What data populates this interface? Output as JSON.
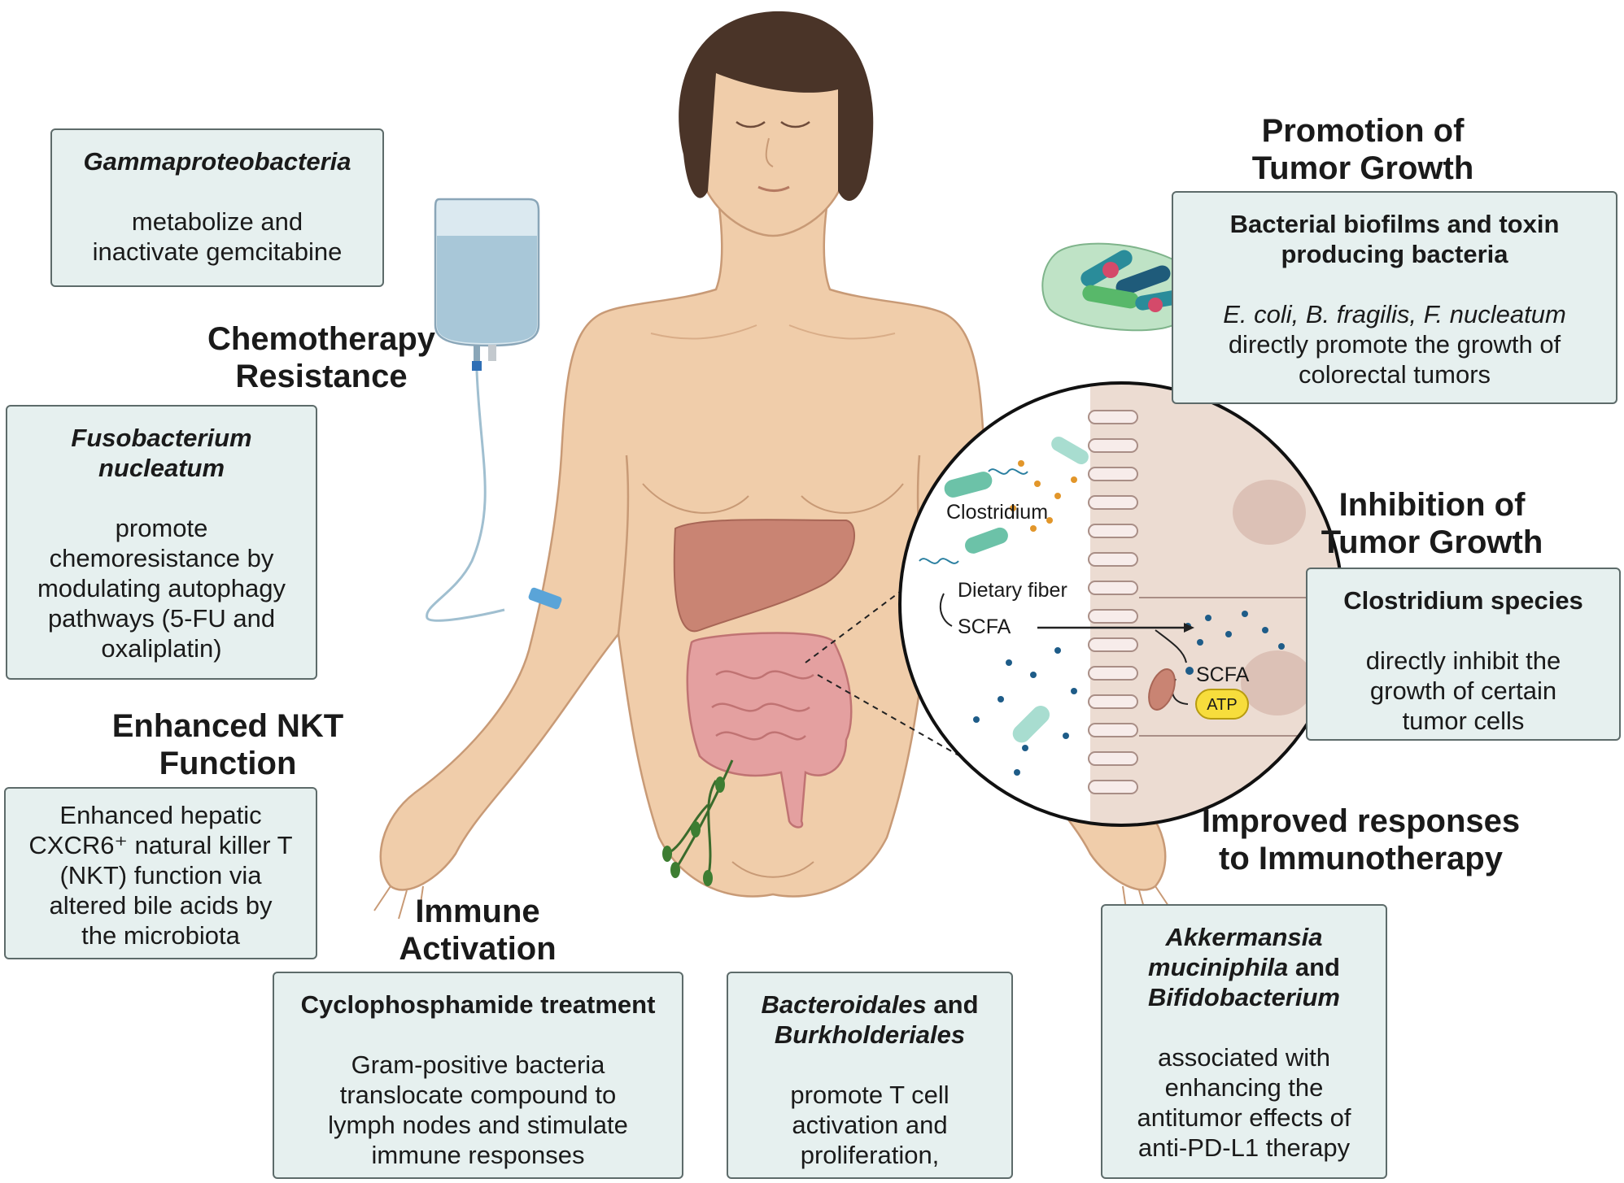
{
  "headings": {
    "chemo_resistance": [
      "Chemotherapy",
      "Resistance"
    ],
    "promotion": [
      "Promotion of",
      "Tumor Growth"
    ],
    "inhibition": [
      "Inhibition of",
      "Tumor Growth"
    ],
    "nkt": [
      "Enhanced NKT",
      "Function"
    ],
    "immune_activation": [
      "Immune",
      "Activation"
    ],
    "immunotherapy": [
      "Improved responses",
      "to Immunotherapy"
    ]
  },
  "boxes": {
    "gamma": {
      "title": "Gammaproteobacteria",
      "body": [
        "metabolize and",
        "inactivate gemcitabine"
      ]
    },
    "fuso": {
      "title": [
        "Fusobacterium",
        "nucleatum"
      ],
      "body": [
        "promote",
        "chemoresistance by",
        "modulating autophagy",
        "pathways (5-FU and",
        "oxaliplatin)"
      ]
    },
    "nkt": {
      "body": [
        "Enhanced  hepatic",
        "CXCR6⁺ natural killer T",
        "(NKT) function via",
        "altered bile acids by",
        "the microbiota"
      ]
    },
    "cyclo": {
      "title": "Cyclophosphamide treatment",
      "body": [
        "Gram-positive bacteria",
        "translocate compound to",
        "lymph nodes and stimulate",
        "immune responses"
      ]
    },
    "bactero": {
      "title_italic_1": "Bacteroidales",
      "title_and": " and",
      "title_italic_2": "Burkholderiales",
      "body": [
        "promote T cell",
        "activation and",
        "proliferation,"
      ]
    },
    "akker": {
      "title_italic_1": "Akkermansia",
      "title_italic_2": "muciniphila",
      "title_and": " and",
      "title_italic_3": "Bifidobacterium",
      "body": [
        "associated with",
        "enhancing the",
        "antitumor effects of",
        "anti-PD-L1 therapy"
      ]
    },
    "biofilm": {
      "title": [
        "Bacterial biofilms and toxin",
        "producing bacteria"
      ],
      "species": "E. coli, B. fragilis, F. nucleatum",
      "body": [
        "directly promote the growth of",
        "colorectal tumors"
      ]
    },
    "clostridium": {
      "title": "Clostridium species",
      "body": [
        "directly inhibit the",
        "growth of certain",
        "tumor cells"
      ]
    }
  },
  "inset": {
    "clostridium_label": "Clostridium",
    "fiber_label": "Dietary fiber",
    "scfa_label": "SCFA",
    "scfa_cell_label": "SCFA",
    "atp_label": "ATP"
  },
  "colors": {
    "box_fill": "#e6f0ef",
    "box_border": "#5d6b6a",
    "skin": "#f0cdaa",
    "skin_outline": "#c89a76",
    "hair": "#4a3428",
    "liver": "#c98473",
    "intestine": "#e4a0a0",
    "atp": "#f7dd3c"
  }
}
